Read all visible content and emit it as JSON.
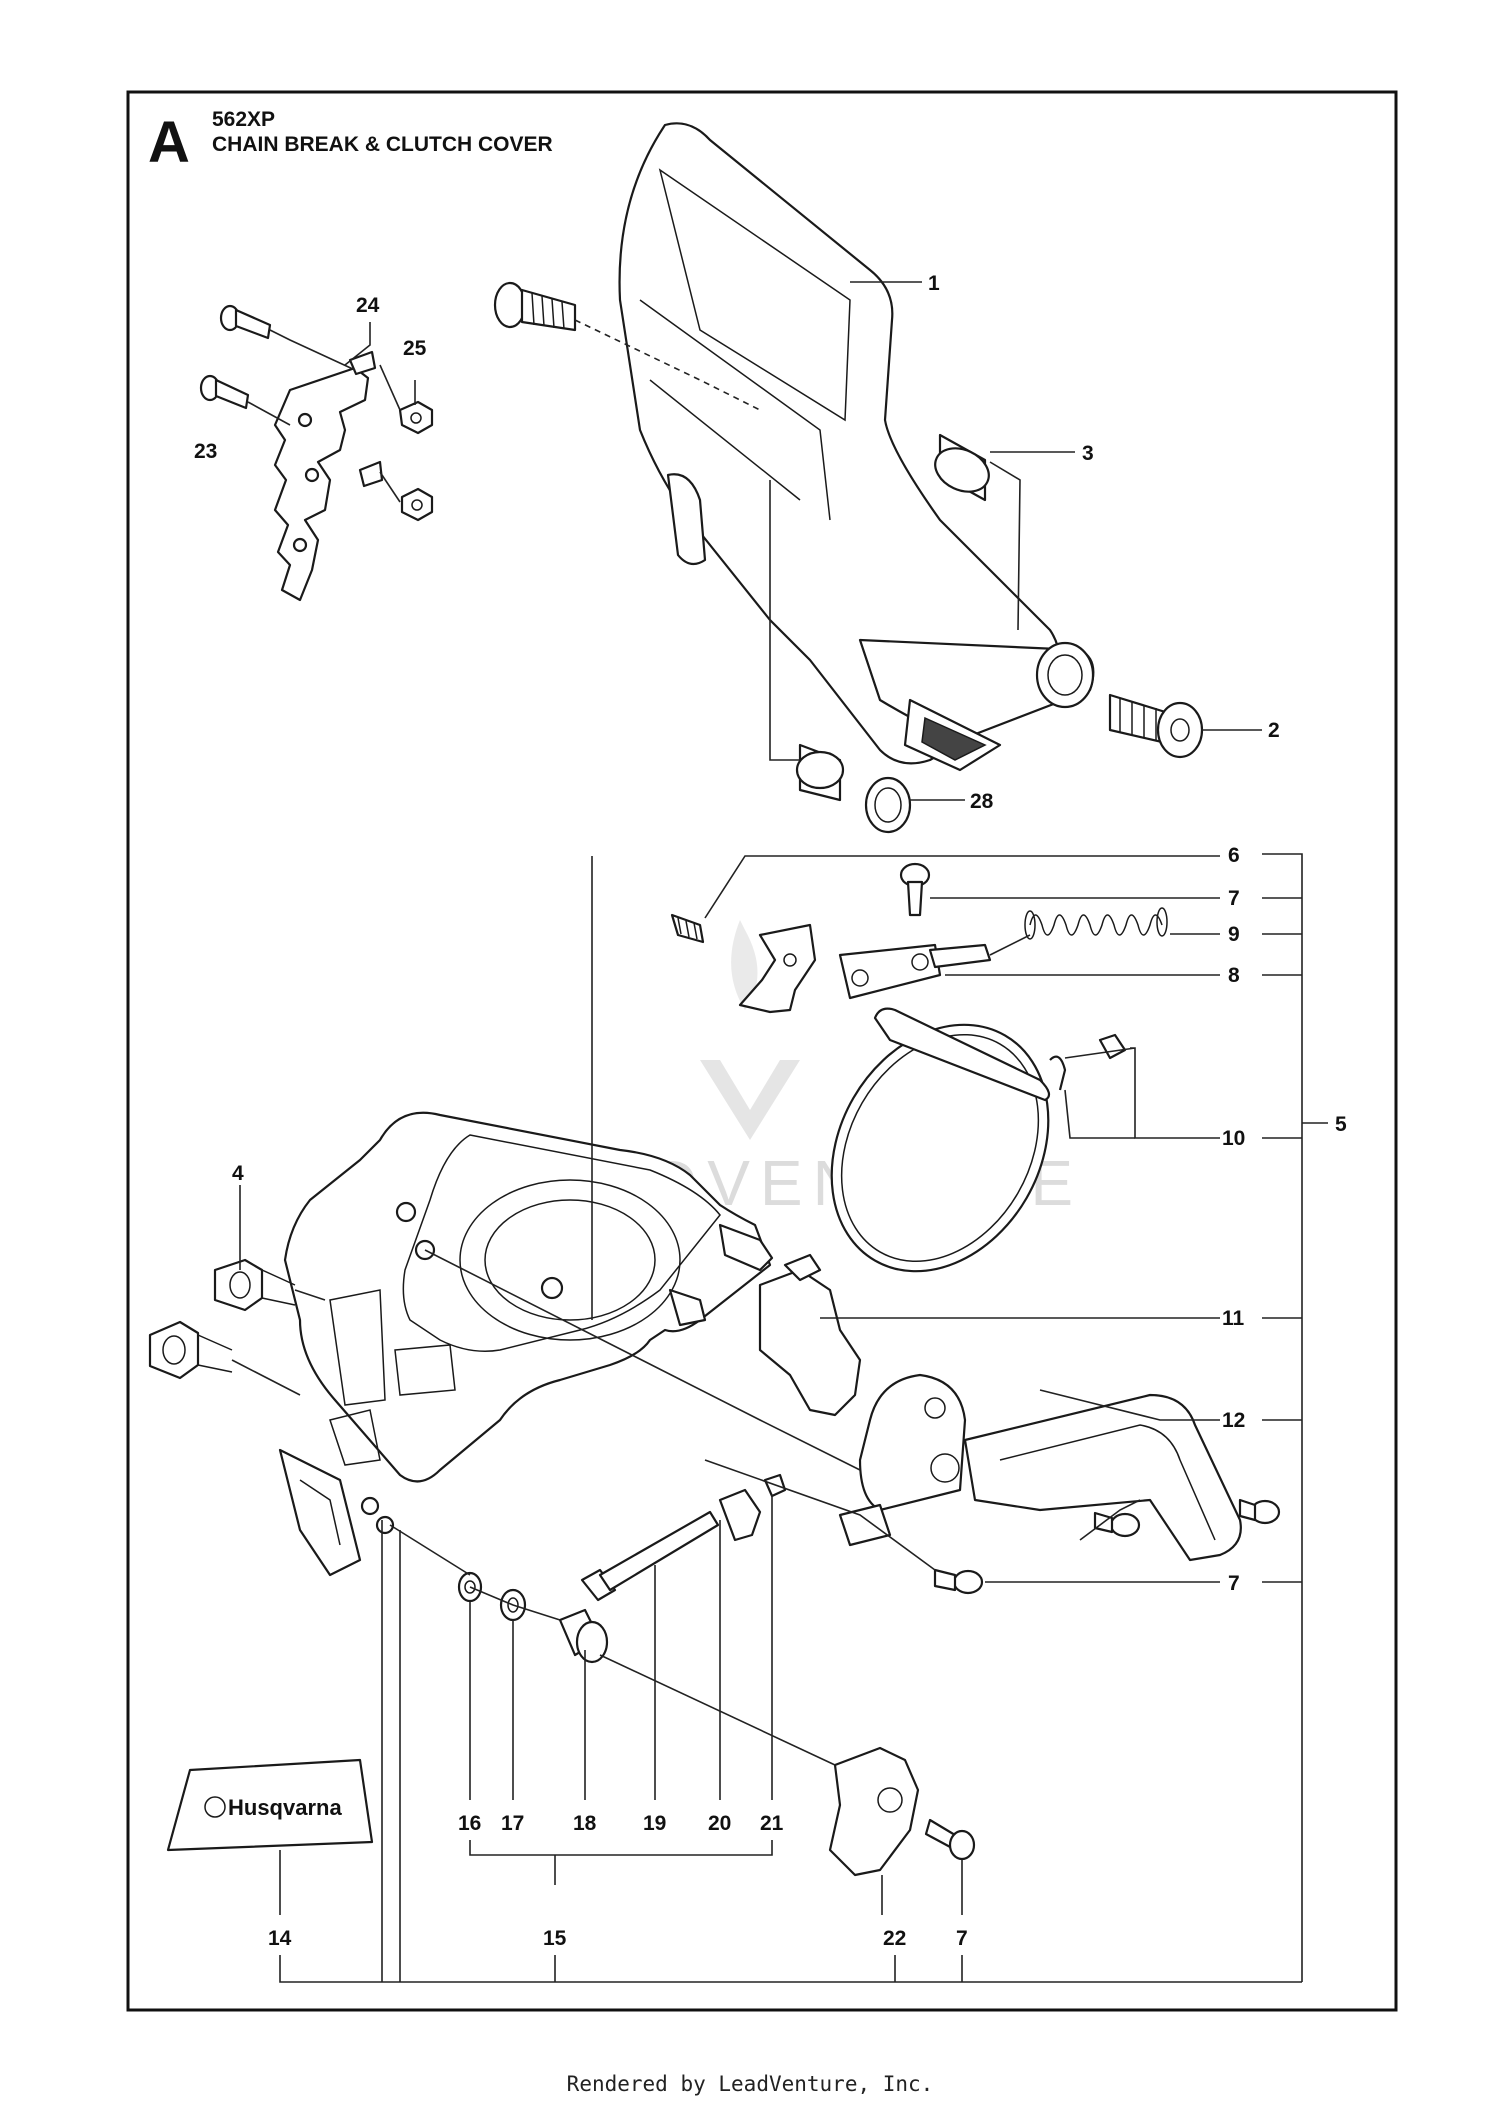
{
  "header": {
    "section_letter": "A",
    "model": "562XP",
    "title": "CHAIN BREAK & CLUTCH COVER"
  },
  "callouts": [
    "1",
    "2",
    "3",
    "4",
    "5",
    "6",
    "7",
    "8",
    "9",
    "10",
    "11",
    "12",
    "14",
    "15",
    "16",
    "17",
    "18",
    "19",
    "20",
    "21",
    "22",
    "23",
    "24",
    "25",
    "28"
  ],
  "labels": {
    "p1": "1",
    "p2": "2",
    "p3": "3",
    "p4": "4",
    "p5": "5",
    "p6": "6",
    "p7a": "7",
    "p7b": "7",
    "p7c": "7",
    "p8": "8",
    "p9": "9",
    "p10": "10",
    "p11": "11",
    "p12": "12",
    "p14": "14",
    "p15": "15",
    "p16": "16",
    "p17": "17",
    "p18": "18",
    "p19": "19",
    "p20": "20",
    "p21": "21",
    "p22": "22",
    "p23": "23",
    "p24": "24",
    "p25": "25",
    "p28": "28"
  },
  "decal_text": "Husqvarna",
  "watermark": "LEADVENTURE",
  "footer": "Rendered by LeadVenture, Inc."
}
